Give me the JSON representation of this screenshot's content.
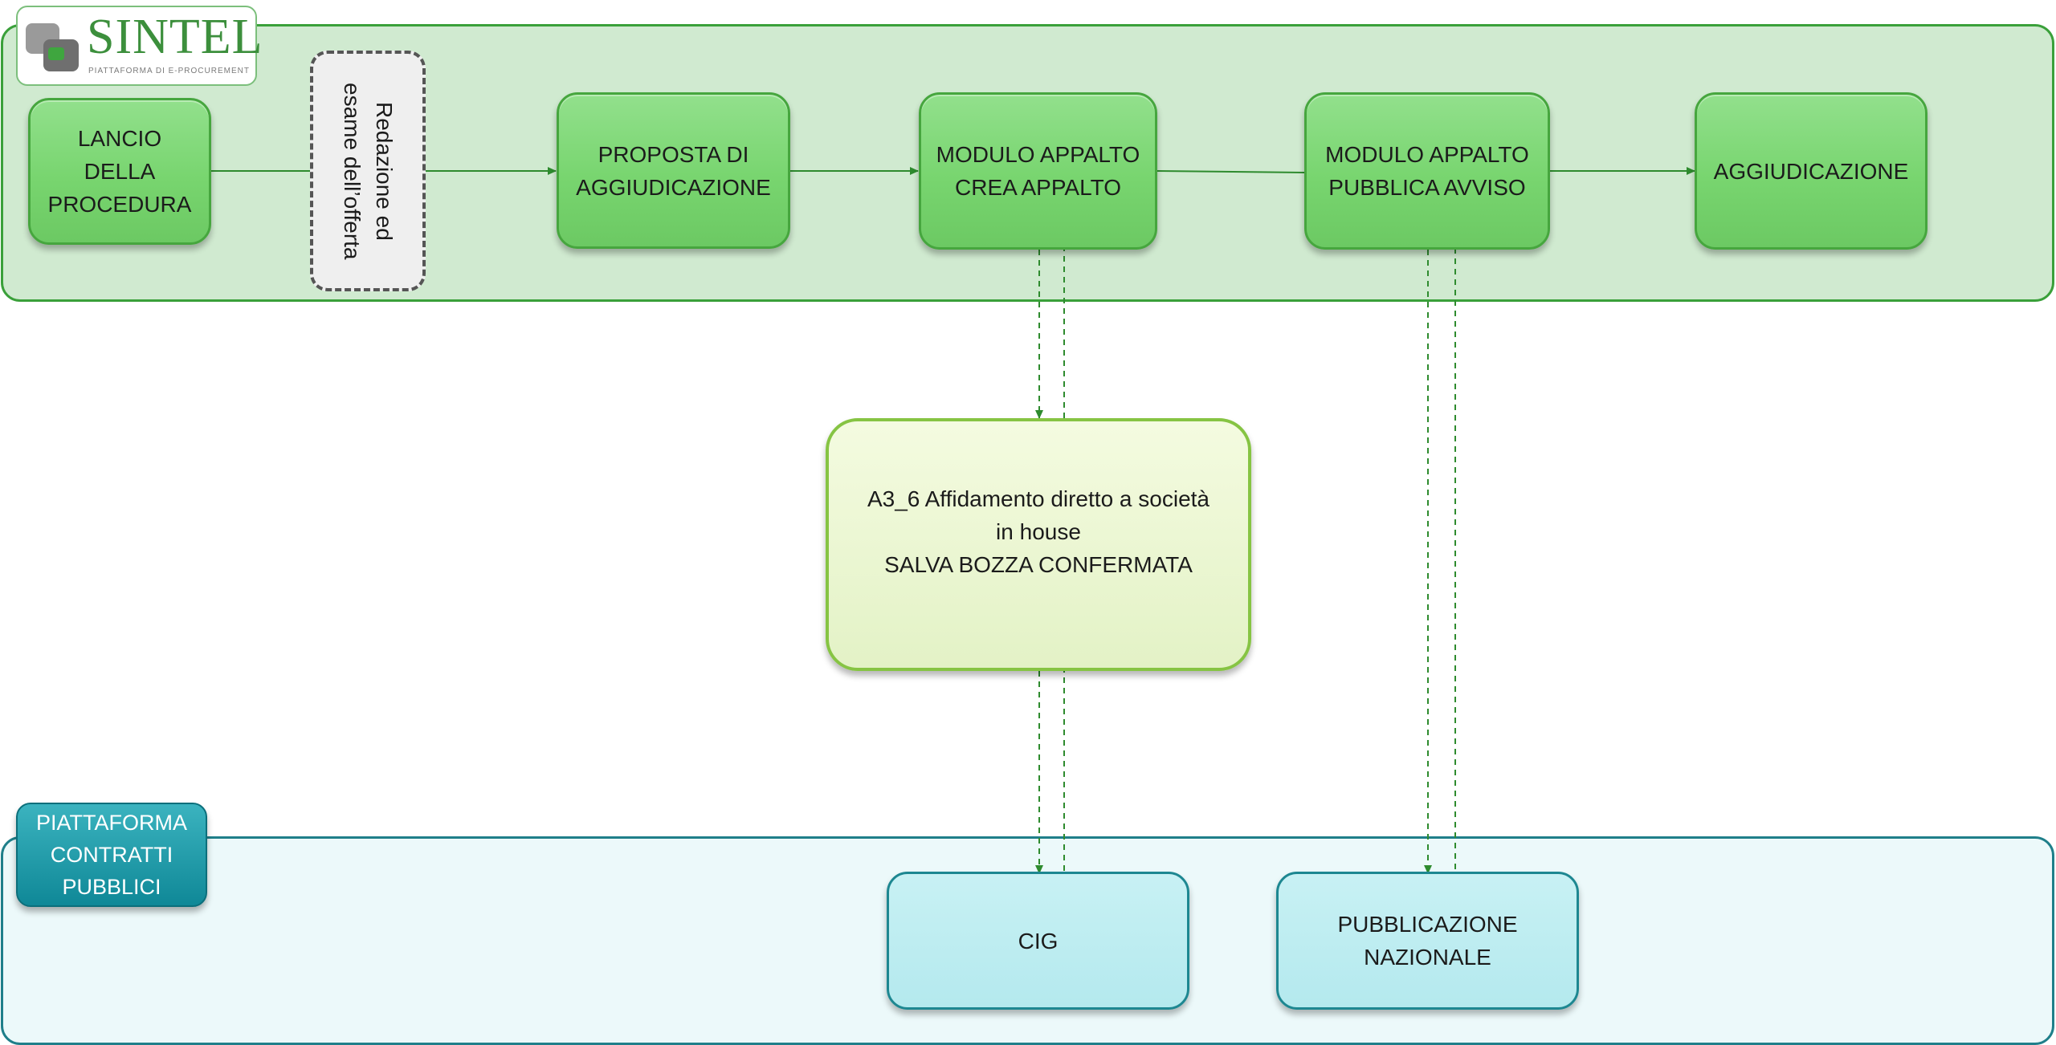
{
  "logo": {
    "title": "SINTEL",
    "subtitle": "PIATTAFORMA DI E-PROCUREMENT"
  },
  "top_lane": {
    "steps": [
      {
        "id": "lancio",
        "lines": [
          "LANCIO",
          "DELLA",
          "PROCEDURA"
        ]
      },
      {
        "id": "redazione",
        "lines": [
          "Redazione ed",
          "esame dell’offerta"
        ]
      },
      {
        "id": "proposta",
        "lines": [
          "PROPOSTA DI",
          "AGGIUDICAZIONE"
        ]
      },
      {
        "id": "crea",
        "lines": [
          "MODULO APPALTO",
          "CREA APPALTO"
        ]
      },
      {
        "id": "pubblica",
        "lines": [
          "MODULO APPALTO",
          "PUBBLICA AVVISO"
        ]
      },
      {
        "id": "aggiudicazione",
        "lines": [
          "AGGIUDICAZIONE"
        ]
      }
    ]
  },
  "center": {
    "code": "A3_6",
    "line1_rest": " Affidamento diretto a società",
    "line2": "in house",
    "line3": "SALVA BOZZA CONFERMATA"
  },
  "bottom_lane": {
    "label_lines": [
      "PIATTAFORMA",
      "CONTRATTI",
      "PUBBLICI"
    ],
    "cig": "CIG",
    "pubblicazione_lines": [
      "PUBBLICAZIONE",
      "NAZIONALE"
    ]
  },
  "colors": {
    "flow_arrow": "#2e8b2e",
    "top_lane_fill": "#d0ead0",
    "bottom_lane_fill": "#ecf9fa"
  }
}
